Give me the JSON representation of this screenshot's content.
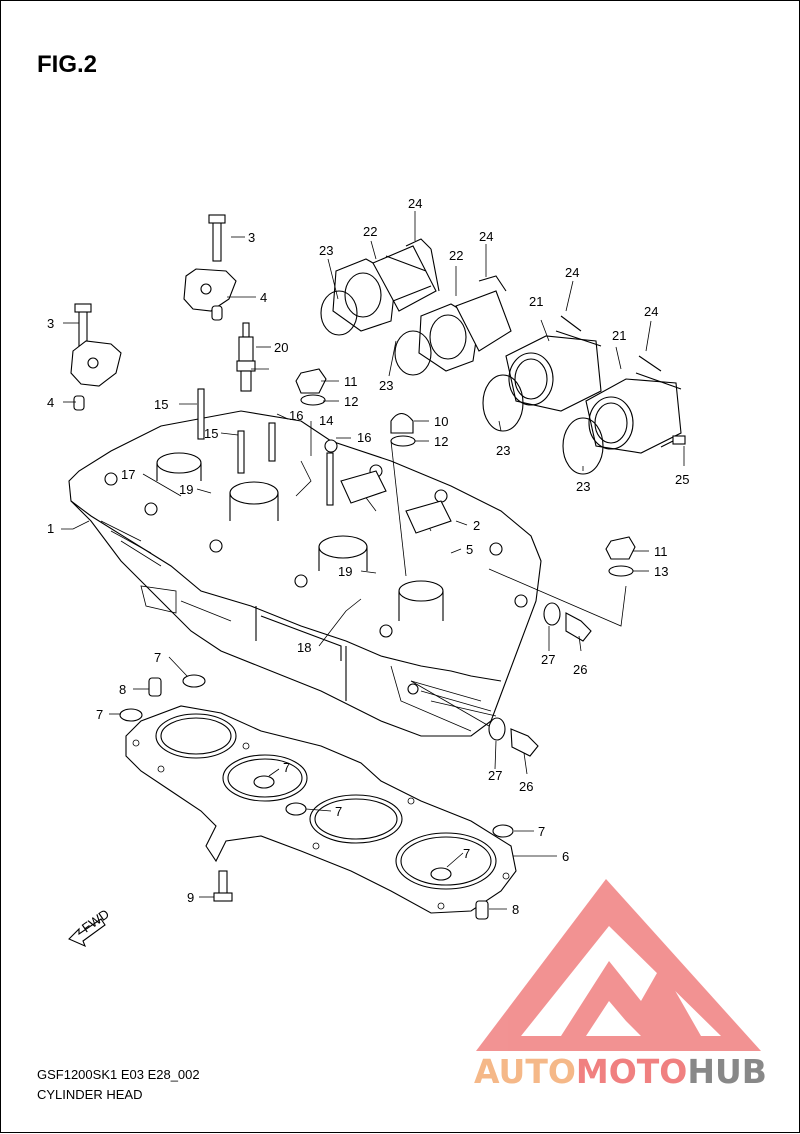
{
  "figure": {
    "title": "FIG.2",
    "model_code": "GSF1200SK1  E03  E28_002",
    "group_name": "CYLINDER HEAD",
    "fwd_label": "FWD"
  },
  "callouts": [
    {
      "id": "c1",
      "label": "1"
    },
    {
      "id": "c2",
      "label": "2"
    },
    {
      "id": "c3a",
      "label": "3"
    },
    {
      "id": "c3b",
      "label": "3"
    },
    {
      "id": "c4a",
      "label": "4"
    },
    {
      "id": "c4b",
      "label": "4"
    },
    {
      "id": "c5",
      "label": "5"
    },
    {
      "id": "c6",
      "label": "6"
    },
    {
      "id": "c7a",
      "label": "7"
    },
    {
      "id": "c7b",
      "label": "7"
    },
    {
      "id": "c7c",
      "label": "7"
    },
    {
      "id": "c7d",
      "label": "7"
    },
    {
      "id": "c7e",
      "label": "7"
    },
    {
      "id": "c7f",
      "label": "7"
    },
    {
      "id": "c8a",
      "label": "8"
    },
    {
      "id": "c8b",
      "label": "8"
    },
    {
      "id": "c9",
      "label": "9"
    },
    {
      "id": "c10",
      "label": "10"
    },
    {
      "id": "c11a",
      "label": "11"
    },
    {
      "id": "c11b",
      "label": "11"
    },
    {
      "id": "c12a",
      "label": "12"
    },
    {
      "id": "c12b",
      "label": "12"
    },
    {
      "id": "c13",
      "label": "13"
    },
    {
      "id": "c14",
      "label": "14"
    },
    {
      "id": "c15a",
      "label": "15"
    },
    {
      "id": "c15b",
      "label": "15"
    },
    {
      "id": "c16a",
      "label": "16"
    },
    {
      "id": "c16b",
      "label": "16"
    },
    {
      "id": "c17",
      "label": "17"
    },
    {
      "id": "c18",
      "label": "18"
    },
    {
      "id": "c19a",
      "label": "19"
    },
    {
      "id": "c19b",
      "label": "19"
    },
    {
      "id": "c20",
      "label": "20"
    },
    {
      "id": "c21a",
      "label": "21"
    },
    {
      "id": "c21b",
      "label": "21"
    },
    {
      "id": "c22a",
      "label": "22"
    },
    {
      "id": "c22b",
      "label": "22"
    },
    {
      "id": "c23a",
      "label": "23"
    },
    {
      "id": "c23b",
      "label": "23"
    },
    {
      "id": "c23c",
      "label": "23"
    },
    {
      "id": "c23d",
      "label": "23"
    },
    {
      "id": "c24a",
      "label": "24"
    },
    {
      "id": "c24b",
      "label": "24"
    },
    {
      "id": "c24c",
      "label": "24"
    },
    {
      "id": "c24d",
      "label": "24"
    },
    {
      "id": "c25",
      "label": "25"
    },
    {
      "id": "c26a",
      "label": "26"
    },
    {
      "id": "c26b",
      "label": "26"
    },
    {
      "id": "c27a",
      "label": "27"
    },
    {
      "id": "c27b",
      "label": "27"
    }
  ],
  "watermark": {
    "part1": "AUTO",
    "part2": "MOTO",
    "part3": "HUB",
    "color1": "#f5b888",
    "color2": "#f08080",
    "color3": "#888888",
    "logo_color": "#f08080"
  }
}
